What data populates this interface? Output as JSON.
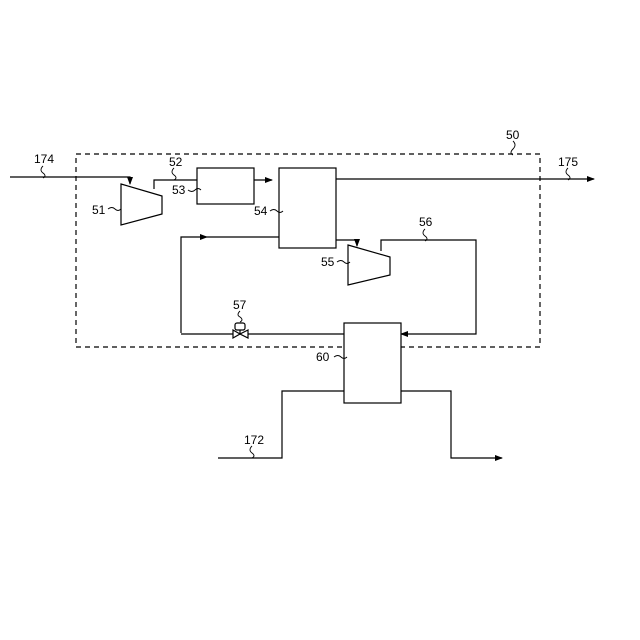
{
  "labels": {
    "system": "50",
    "compressor": "51",
    "line_52": "52",
    "box_53": "53",
    "exchanger_54": "54",
    "compressor_55": "55",
    "line_56": "56",
    "valve": "57",
    "exchanger_60": "60",
    "inlet_174": "174",
    "outlet_175": "175",
    "inlet_172": "172"
  }
}
